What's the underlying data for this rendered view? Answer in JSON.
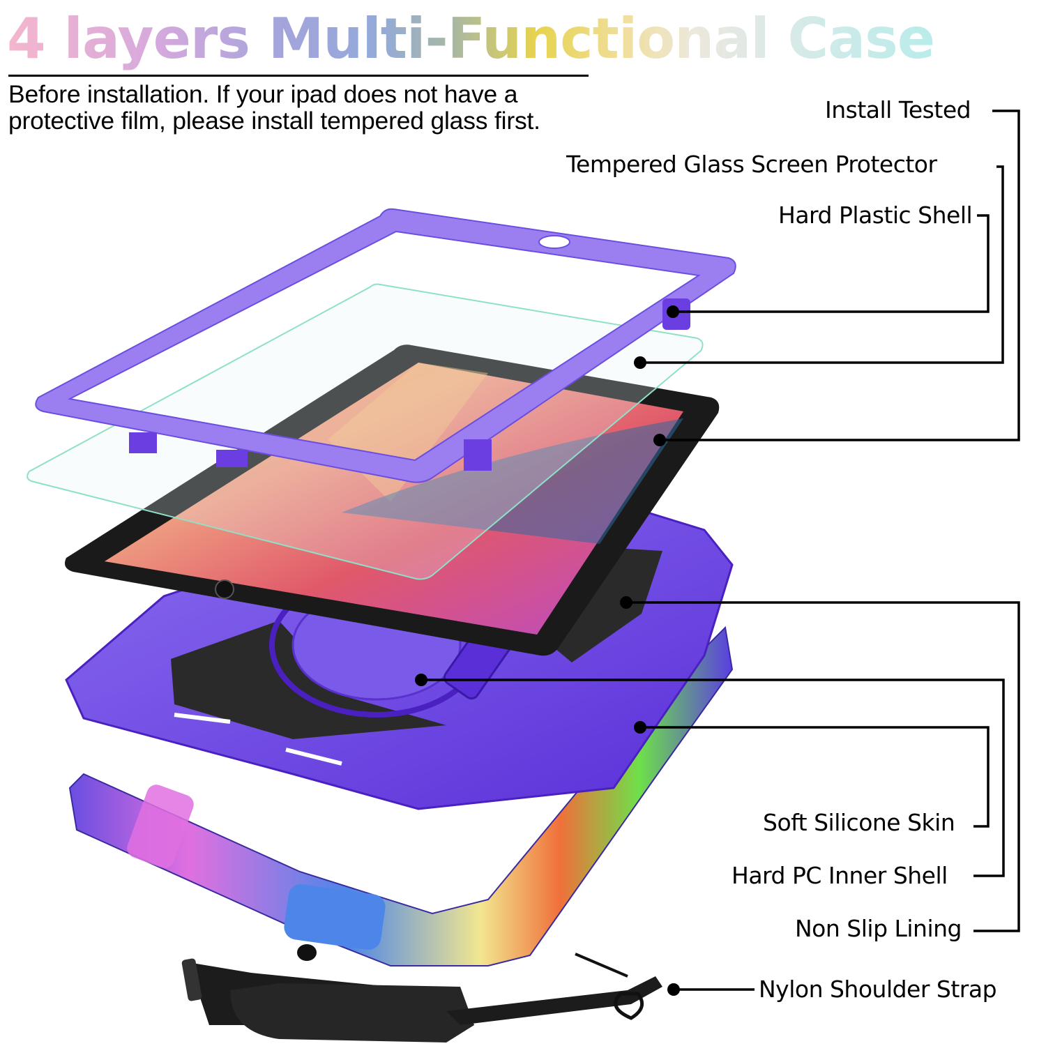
{
  "header": {
    "title": "4 layers Multi-Functional Case",
    "title_gradient": [
      "#f4b6cd",
      "#d6a9dd",
      "#a3a4dc",
      "#93aad9",
      "#a8b7a3",
      "#e6d34e",
      "#f0dfa0",
      "#ece8dc",
      "#dde9e8",
      "#b8ecea"
    ]
  },
  "note": {
    "line1": "Before installation. If your ipad does not have a",
    "line2": "protective film, please install tempered glass first."
  },
  "callouts": [
    {
      "id": "install-tested",
      "label": "Install Tested"
    },
    {
      "id": "tempered-glass",
      "label": "Tempered Glass Screen Protector"
    },
    {
      "id": "hard-plastic-shell",
      "label": "Hard Plastic Shell"
    },
    {
      "id": "soft-silicone-skin",
      "label": "Soft Silicone Skin"
    },
    {
      "id": "hard-pc-inner-shell",
      "label": "Hard PC Inner Shell"
    },
    {
      "id": "non-slip-lining",
      "label": "Non Slip Lining"
    },
    {
      "id": "nylon-shoulder-strap",
      "label": "Nylon Shoulder Strap"
    }
  ],
  "colors": {
    "frame_purple": "#9b7ff0",
    "shell_purple": "#6a3ee0",
    "ipad_bezel": "#1a1a1a",
    "glass_edge": "#8fe0c8",
    "skin_blue": "#4d86e8",
    "skin_pink": "#e070e0",
    "skin_yellow": "#f2e690",
    "skin_orange": "#f0703a",
    "skin_green": "#6ee04a",
    "strap": "#1c1c1c",
    "line": "#000000"
  }
}
